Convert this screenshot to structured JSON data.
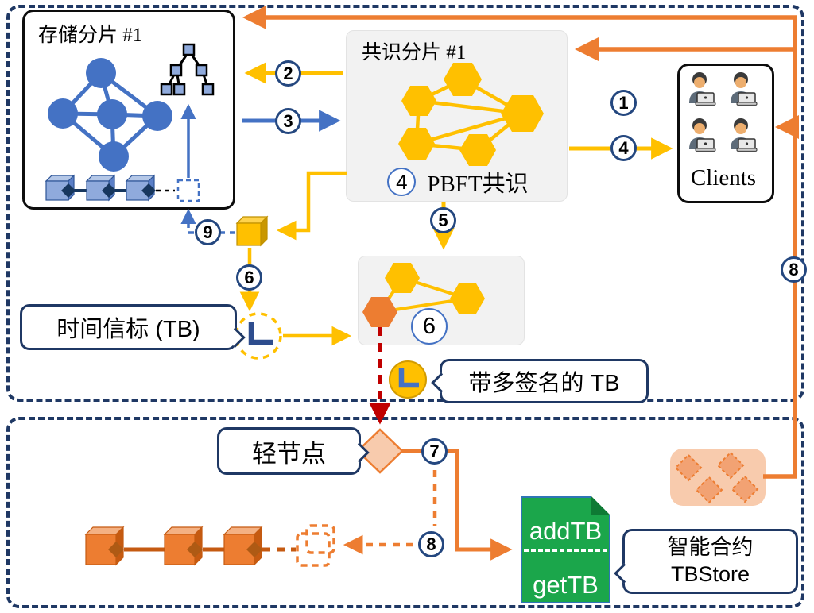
{
  "storage_shard": {
    "title": "存储分片 #1",
    "icons": [
      "network-graph-icon",
      "merkle-tree-icon",
      "blockchain-icon",
      "pending-block-placeholder"
    ]
  },
  "consensus_shard": {
    "title": "共识分片 #1",
    "step_badge": "4",
    "consensus_label": "PBFT共识",
    "icon": "hexagon-network-icon"
  },
  "committee": {
    "step_badge": "6",
    "icon": "hexagon-trio-icon"
  },
  "clients": {
    "label": "Clients",
    "icon": "user-laptop-icon"
  },
  "callouts": {
    "time_beacon": {
      "text": "时间信标 (TB)"
    },
    "multisig_tb": {
      "text": "带多签名的 TB"
    },
    "light_node": {
      "text": "轻节点"
    },
    "smart_contract": {
      "line1": "智能合约",
      "line2": "TBStore"
    }
  },
  "contract": {
    "add_label": "addTB",
    "get_label": "getTB"
  },
  "steps": {
    "n1": "1",
    "n2": "2",
    "n3": "3",
    "n4": "4",
    "n5": "5",
    "n6": "6",
    "n7": "7",
    "n8": "8",
    "n9": "9"
  },
  "colors": {
    "navy": "#1F3864",
    "yellow": "#FFC000",
    "blue": "#4472C4",
    "orange": "#ED7D31",
    "red": "#C00000",
    "green": "#1BA64B",
    "peach": "#F8CBAD",
    "box_gray": "#F2F2F2"
  }
}
